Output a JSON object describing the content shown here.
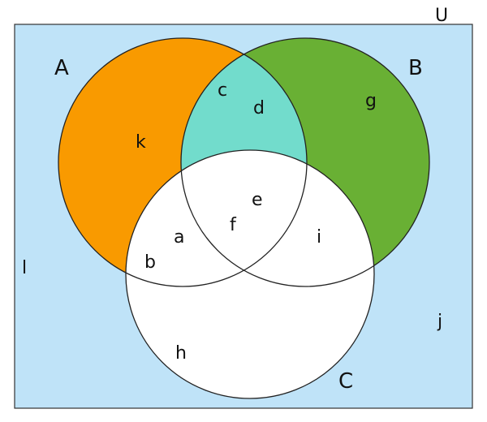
{
  "universe": {
    "label": "U",
    "fill": "#bfe3f8"
  },
  "sets": {
    "A": {
      "label": "A",
      "fill": "#f99a00"
    },
    "B": {
      "label": "B",
      "fill": "#69b034"
    },
    "C": {
      "label": "C",
      "fill": "#ffffff"
    }
  },
  "overlap_AB_only_fill": "#72dccc",
  "regions": {
    "k": "k",
    "c": "c",
    "d": "d",
    "g": "g",
    "e": "e",
    "f": "f",
    "a": "a",
    "b": "b",
    "i": "i",
    "h": "h",
    "l": "l",
    "j": "j"
  }
}
